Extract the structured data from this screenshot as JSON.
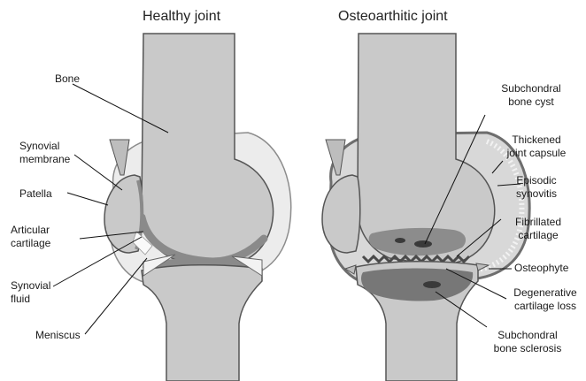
{
  "titles": {
    "healthy": "Healthy joint",
    "oa": "Osteoarthitic joint"
  },
  "labels_left": {
    "bone": "Bone",
    "synovial_membrane": "Synovial\nmembrane",
    "patella": "Patella",
    "articular_cartilage": "Articular\ncartilage",
    "synovial_fluid": "Synovial\nfluid",
    "meniscus": "Meniscus"
  },
  "labels_right": {
    "subchondral_bone_cyst": "Subchondral\nbone cyst",
    "thickened_joint_capsule": "Thickened\njoint capsule",
    "episodic_synovitis": "Episodic\nsynovitis",
    "fibrillated_cartilage": "Fibrillated\ncartilage",
    "osteophyte": "Osteophyte",
    "degenerative_cartilage_loss": "Degenerative\ncartilage loss",
    "subchondral_bone_sclerosis": "Subchondral\nbone sclerosis"
  },
  "colors": {
    "bone": "#c9c9c9",
    "cartilage": "#8a8a8a",
    "capsule": "#e7e7e7",
    "outline": "#555555",
    "sclerosis": "#777777"
  }
}
